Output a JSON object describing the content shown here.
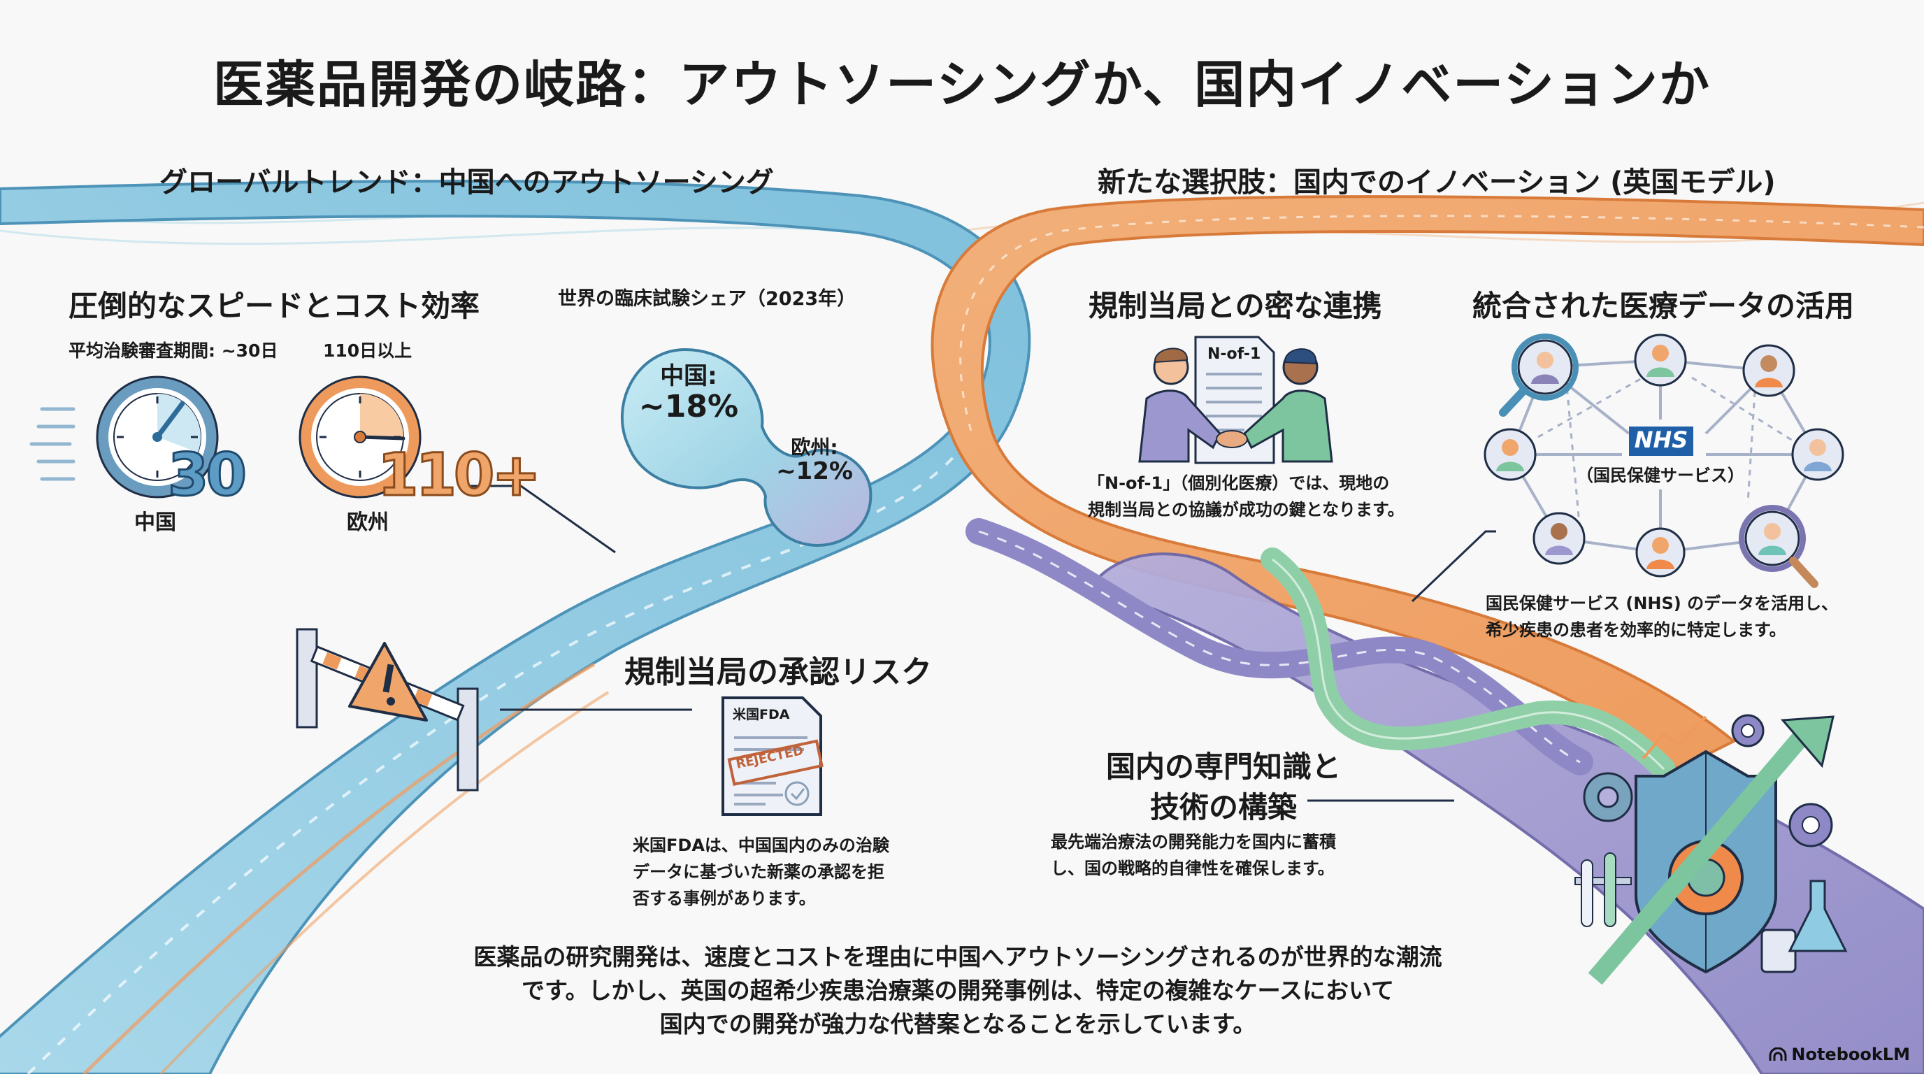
{
  "title": "医薬品開発の岐路：アウトソーシングか、国内イノベーションか",
  "left_panel": {
    "heading": "グローバルトレンド：中国へのアウトソーシング",
    "speed_cost": {
      "heading": "圧倒的なスピードとコスト効率",
      "china_review_label": "平均治験審査期間: ~30日",
      "europe_review_label": "110日以上",
      "china_value": "30",
      "europe_value": "110+",
      "china_label": "中国",
      "europe_label": "欧州",
      "icons": [
        "stopwatch-fast-icon",
        "stopwatch-slow-icon"
      ]
    },
    "trial_share": {
      "heading": "世界の臨床試験シェア（2023年）",
      "china_label": "中国:",
      "china_value": "~18%",
      "europe_label": "欧州:",
      "europe_value": "~12%"
    },
    "approval_risk": {
      "heading": "規制当局の承認リスク",
      "doc_label": "米国FDA",
      "stamp": "REJECTED",
      "caption_lines": [
        "米国FDAは、中国国内のみの治験",
        "データに基づいた新薬の承認を拒",
        "否する事例があります。"
      ],
      "icons": [
        "warning-barrier-icon",
        "rejected-document-icon"
      ]
    }
  },
  "right_panel": {
    "heading": "新たな選択肢：国内でのイノベーション (英国モデル)",
    "regulator": {
      "heading": "規制当局との密な連携",
      "doc_label": "N-of-1",
      "caption_lines": [
        "「N-of-1」（個別化医療）では、現地の",
        "規制当局との協議が成功の鍵となります。"
      ],
      "icons": [
        "handshake-icon"
      ]
    },
    "data": {
      "heading": "統合された医療データの活用",
      "nhs_logo": "NHS",
      "nhs_sub": "（国民保健サービス）",
      "caption_lines": [
        "国民保健サービス (NHS) のデータを活用し、",
        "希少疾患の患者を効率的に特定します。"
      ],
      "icons": [
        "patient-network-icon",
        "magnifier-icon"
      ]
    },
    "expertise": {
      "heading_lines": [
        "国内の専門知識と",
        "技術の構築"
      ],
      "caption_lines": [
        "最先端治療法の開発能力を国内に蓄積",
        "し、国の戦略的自律性を確保します。"
      ],
      "icons": [
        "shield-gear-growth-icon"
      ]
    }
  },
  "summary_lines": [
    "医薬品の研究開発は、速度とコストを理由に中国へアウトソーシングされるのが世界的な潮流",
    "です。しかし、英国の超希少疾患治療薬の開発事例は、特定の複雑なケースにおいて",
    "国内での開発が強力な代替案となることを示しています。"
  ],
  "brand": "NotebookLM",
  "colors": {
    "blue_road": "#8fcbe2",
    "orange_road": "#f0a56a",
    "purple_road": "#9d97cf",
    "green_road": "#8fcfa8",
    "nhs_blue": "#1f5fa8",
    "outline": "#1f2d45"
  }
}
